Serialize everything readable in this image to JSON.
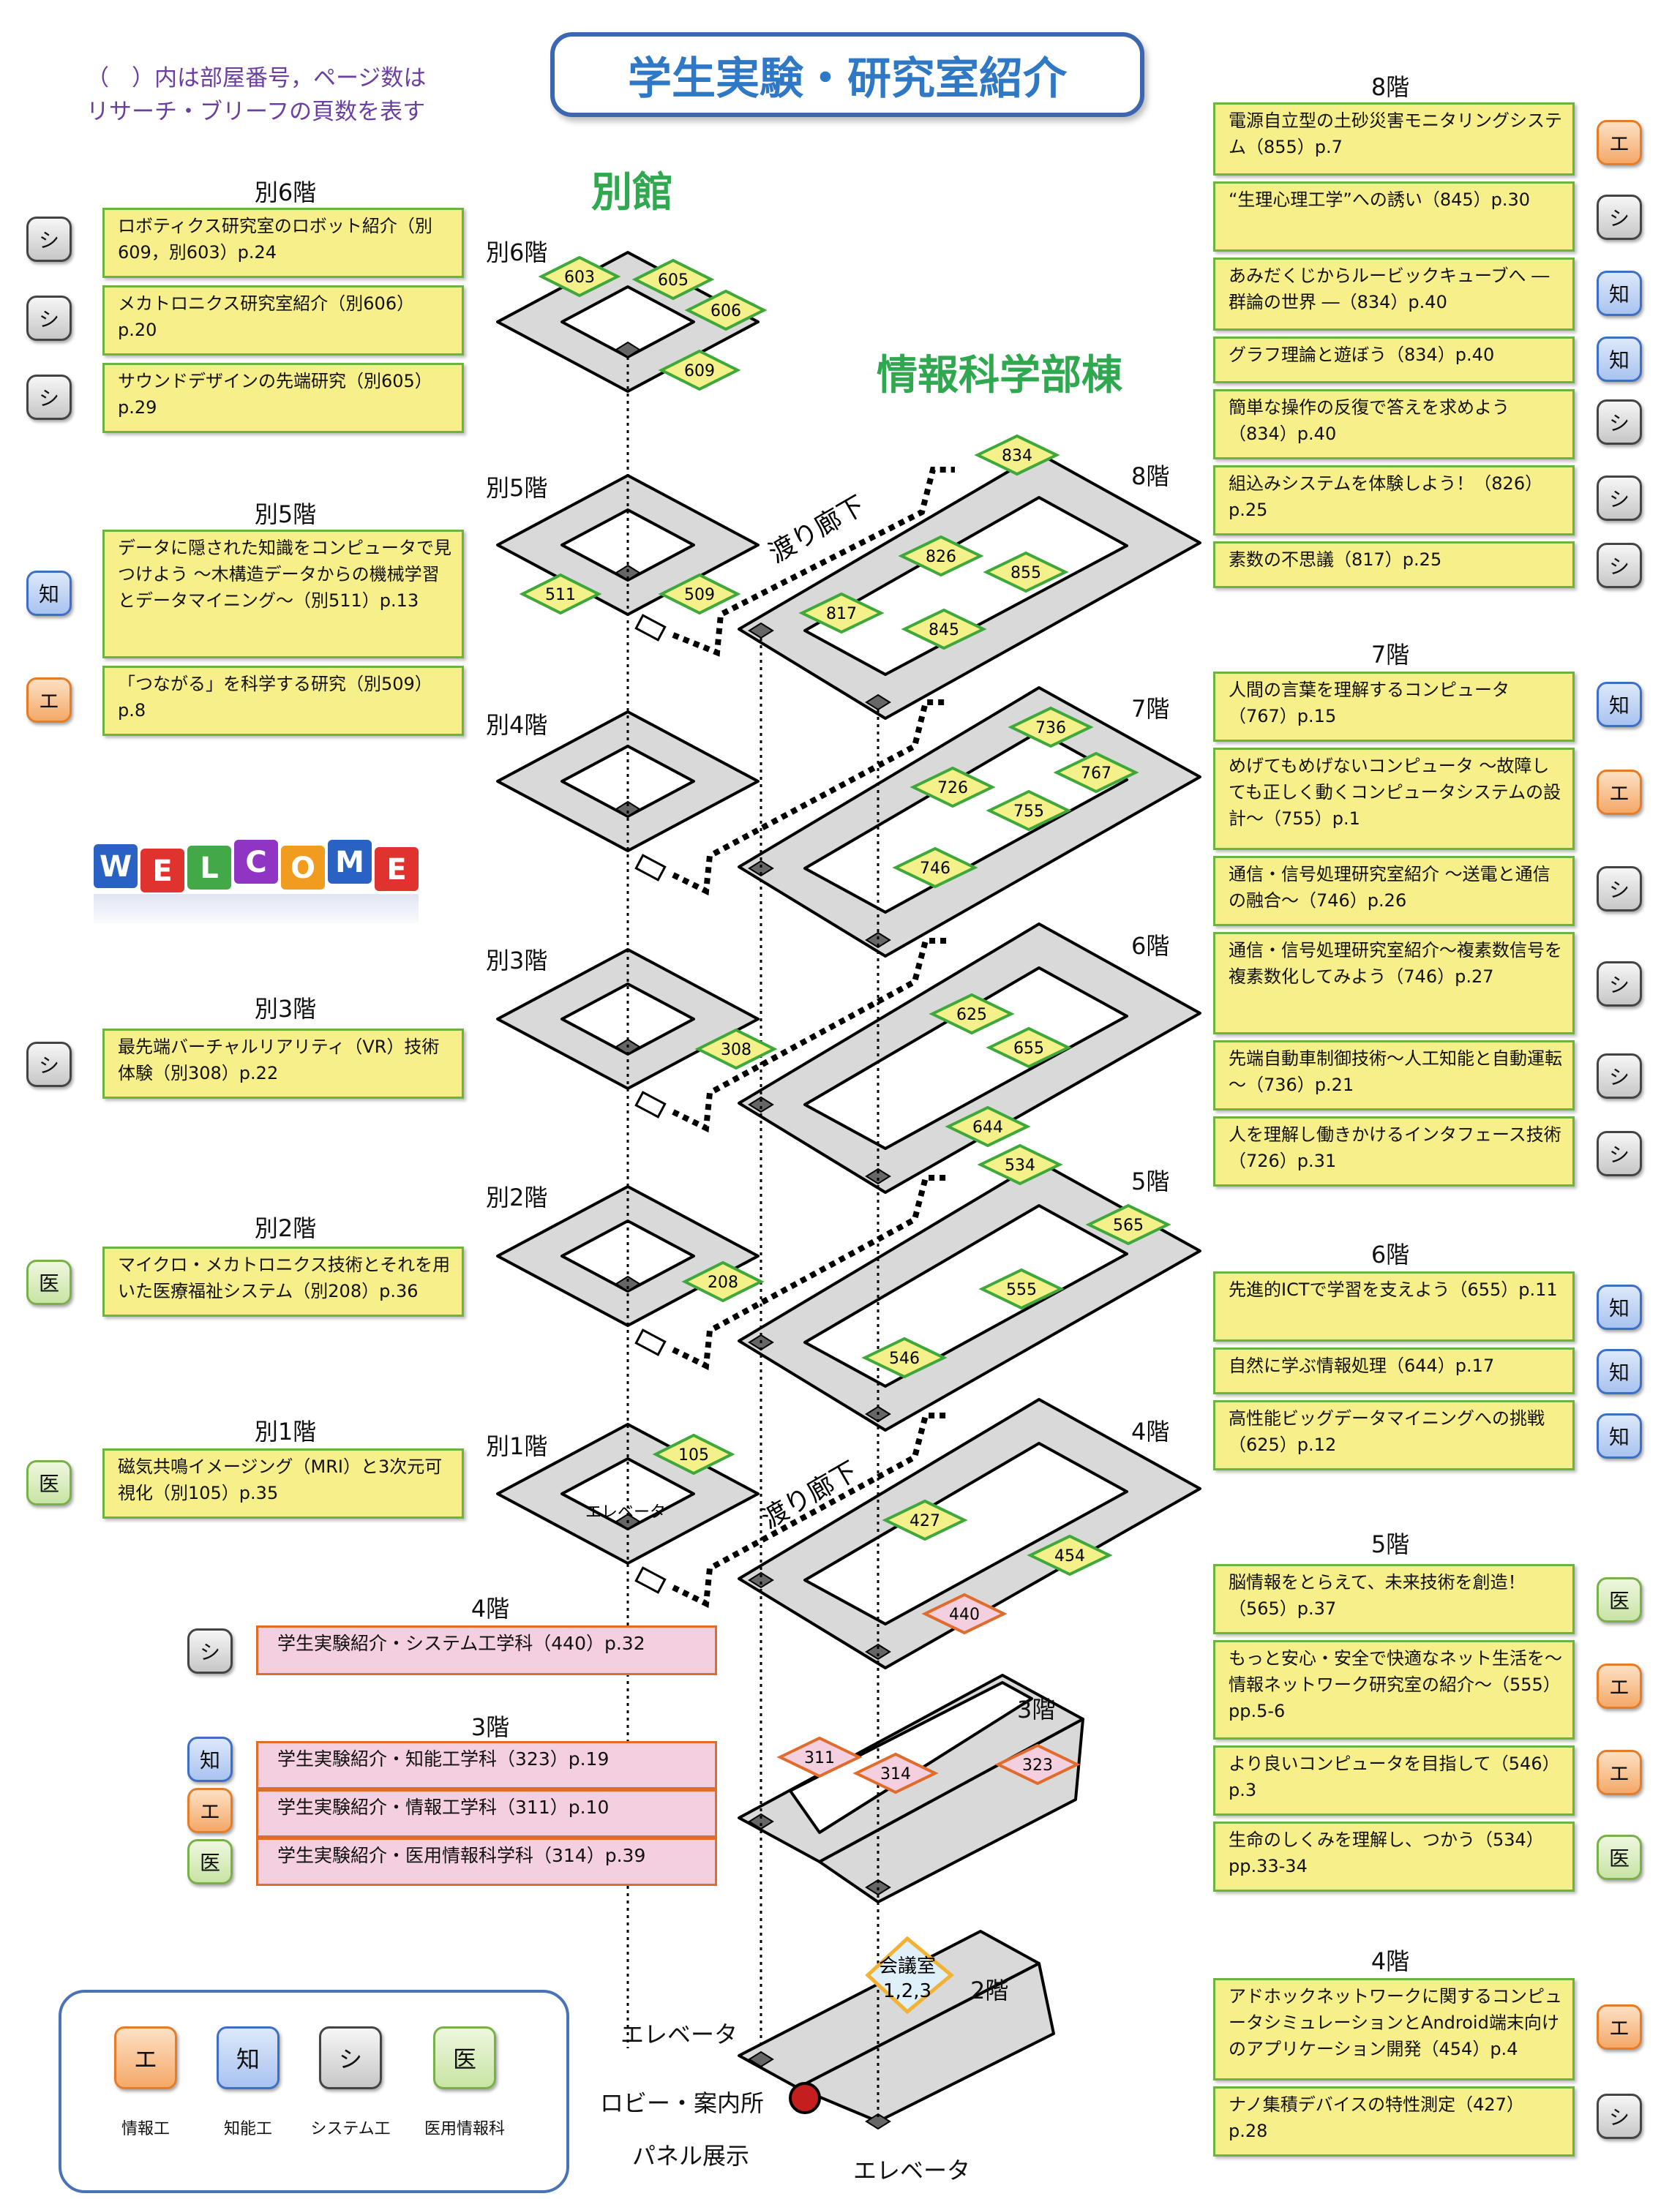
{
  "title": "学生実験・研究室紹介",
  "note": [
    "（　）内は部屋番号，ページ数は",
    "リサーチ・ブリーフの頁数を表す"
  ],
  "buildings": {
    "annex": "別館",
    "main": "情報科学部棟"
  },
  "walkway_label": "渡り廊下",
  "floor_labels": {
    "a6": "別6階",
    "a5": "別5階",
    "a4": "別4階",
    "a3": "別3階",
    "a2": "別2階",
    "a1": "別1階",
    "m8": "8階",
    "m7": "7階",
    "m6": "6階",
    "m5": "5階",
    "m4": "4階",
    "m3": "3階",
    "m2": "2階"
  },
  "rooms": {
    "r603": "603",
    "r605": "605",
    "r606": "606",
    "r609": "609",
    "r511": "511",
    "r509": "509",
    "r308": "308",
    "r208": "208",
    "r105": "105",
    "r834": "834",
    "r826": "826",
    "r855": "855",
    "r817": "817",
    "r845": "845",
    "r736": "736",
    "r767": "767",
    "r726": "726",
    "r755": "755",
    "r746": "746",
    "r625": "625",
    "r655": "655",
    "r644": "644",
    "r534": "534",
    "r565": "565",
    "r555": "555",
    "r546": "546",
    "r427": "427",
    "r454": "454",
    "r440": "440",
    "r311": "311",
    "r314": "314",
    "r323": "323"
  },
  "meeting_room": [
    "会議室",
    "1,2,3"
  ],
  "map_labels": {
    "elevator": "エレベータ",
    "lobby": "ロビー・案内所",
    "panel": "パネル展示",
    "elevator2": "エレベータ",
    "elevator3": "エレベータ"
  },
  "badges": {
    "o": "エ",
    "b": "知",
    "g": "シ",
    "l": "医"
  },
  "left": {
    "a6": {
      "title": "別6階",
      "items": [
        {
          "text": "ロボティクス研究室のロボット紹介（別609，別603）p.24"
        },
        {
          "text": "メカトロニクス研究室紹介（別606）p.20"
        },
        {
          "text": "サウンドデザインの先端研究（別605）p.29"
        }
      ]
    },
    "a5": {
      "title": "別5階",
      "items": [
        {
          "text": "データに隠された知識をコンピュータで見つけよう ～木構造データからの機械学習とデータマイニング～（別511）p.13"
        },
        {
          "text": "「つながる」を科学する研究（別509）p.8"
        }
      ]
    },
    "a3": {
      "title": "別3階",
      "items": [
        {
          "text": "最先端バーチャルリアリティ（VR）技術体験（別308）p.22"
        }
      ]
    },
    "a2": {
      "title": "別2階",
      "items": [
        {
          "text": "マイクロ・メカトロニクス技術とそれを用いた医療福祉システム（別208）p.36"
        }
      ]
    },
    "a1": {
      "title": "別1階",
      "items": [
        {
          "text": "磁気共鳴イメージング（MRI）と3次元可視化（別105）p.35"
        }
      ]
    },
    "f4": {
      "title": "4階",
      "items": [
        {
          "text": "学生実験紹介・システム工学科（440）p.32"
        }
      ]
    },
    "f3": {
      "title": "3階",
      "items": [
        {
          "text": "学生実験紹介・知能工学科（323）p.19"
        },
        {
          "text": "学生実験紹介・情報工学科（311）p.10"
        },
        {
          "text": "学生実験紹介・医用情報科学科（314）p.39"
        }
      ]
    }
  },
  "right": {
    "f8": {
      "title": "8階",
      "items": [
        {
          "text": "電源自立型の土砂災害モニタリングシステム（855）p.7"
        },
        {
          "text": "“生理心理工学”への誘い（845）p.30"
        },
        {
          "text": "あみだくじからルービックキューブへ ― 群論の世界 ―（834）p.40"
        },
        {
          "text": "グラフ理論と遊ぼう（834）p.40"
        },
        {
          "text": "簡単な操作の反復で答えを求めよう（834）p.40"
        },
        {
          "text": "組込みシステムを体験しよう！（826）p.25"
        },
        {
          "text": "素数の不思議（817）p.25"
        }
      ]
    },
    "f7": {
      "title": "7階",
      "items": [
        {
          "text": "人間の言葉を理解するコンピュータ（767）p.15"
        },
        {
          "text": "めげてもめげないコンピュータ ～故障しても正しく動くコンピュータシステムの設計～（755）p.1"
        },
        {
          "text": "通信・信号処理研究室紹介 ～送電と通信の融合～（746）p.26"
        },
        {
          "text": "通信・信号処理研究室紹介～複素数信号を複素数化してみよう（746）p.27"
        },
        {
          "text": "先端自動車制御技術～人工知能と自動運転～（736）p.21"
        },
        {
          "text": "人を理解し働きかけるインタフェース技術（726）p.31"
        }
      ]
    },
    "f6": {
      "title": "6階",
      "items": [
        {
          "text": "先進的ICTで学習を支えよう（655）p.11"
        },
        {
          "text": "自然に学ぶ情報処理（644）p.17"
        },
        {
          "text": "高性能ビッグデータマイニングへの挑戦（625）p.12"
        }
      ]
    },
    "f5": {
      "title": "5階",
      "items": [
        {
          "text": "脳情報をとらえて、未来技術を創造！（565）p.37"
        },
        {
          "text": "もっと安心・安全で快適なネット生活を～情報ネットワーク研究室の紹介～（555）pp.5-6"
        },
        {
          "text": "より良いコンピュータを目指して（546）p.3"
        },
        {
          "text": "生命のしくみを理解し、つかう（534）pp.33-34"
        }
      ]
    },
    "f4": {
      "title": "4階",
      "items": [
        {
          "text": "アドホックネットワークに関するコンピュータシミュレーションとAndroid端末向けのアプリケーション開発（454）p.4"
        },
        {
          "text": "ナノ集積デバイスの特性測定（427）p.28"
        }
      ]
    }
  },
  "legend": [
    {
      "badge": "エ",
      "label": "情報工"
    },
    {
      "badge": "知",
      "label": "知能工"
    },
    {
      "badge": "シ",
      "label": "システム工"
    },
    {
      "badge": "医",
      "label": "医用情報科"
    }
  ],
  "welcome_letters": [
    "W",
    "E",
    "L",
    "C",
    "O",
    "M",
    "E"
  ],
  "colors": {
    "title": "#2f78c6",
    "building_label": "#2fa84f",
    "note": "#6b3fa0",
    "yellow_box": "#f7ef8a",
    "pink_box": "#f4cfe0"
  }
}
